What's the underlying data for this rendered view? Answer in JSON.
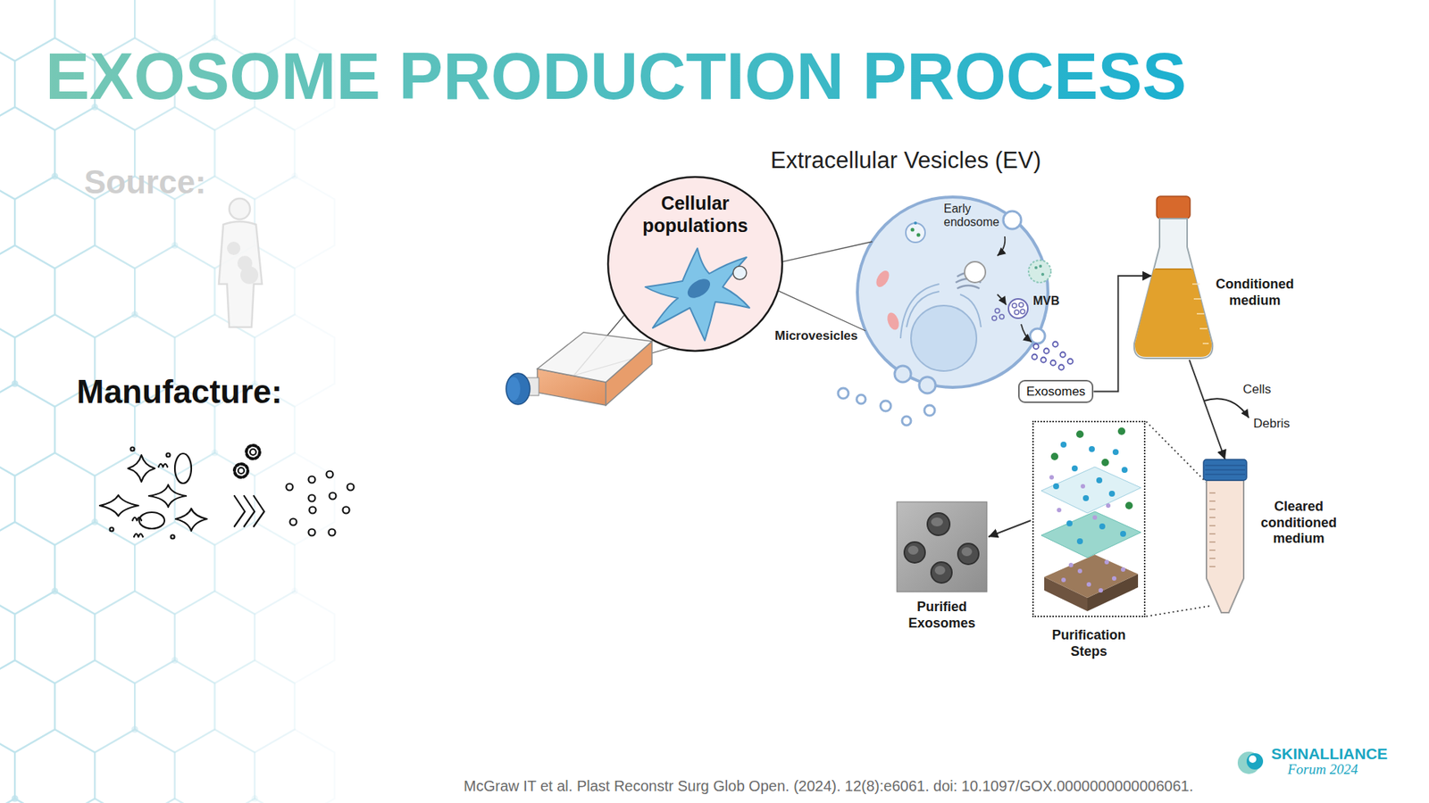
{
  "diagram": {
    "title": "EXOSOME PRODUCTION PROCESS",
    "caption": "McGraw IT et al. Plast Reconstr Surg Glob Open. (2024). 12(8):e6061. doi: 10.1097/GOX.0000000000006061.",
    "nodes": [
      {
        "text": [
          "Cellular populations"
        ]
      },
      {
        "text": [
          "Exosomes"
        ]
      },
      {
        "text": [
          "Conditioned medium"
        ]
      },
      {
        "text": [
          "Cleared conditioned medium"
        ]
      },
      {
        "text": [
          "Purification Steps"
        ]
      },
      {
        "text": [
          "Purified Exosomes"
        ]
      }
    ],
    "edges": [
      {
        "from": 1,
        "to": 2,
        "arrow": "to"
      },
      {
        "from": 2,
        "to": 3,
        "arrow": "to"
      },
      {
        "from": 4,
        "to": 5,
        "arrow": "to"
      }
    ],
    "labels": [
      "Source:",
      "Manufacture:",
      "Extracellular Vesicles (EV)",
      "Early endosome",
      "MVB",
      "Microvesicles",
      "Cells",
      "Debris",
      "SKINALLIANCE",
      "Forum 2024"
    ]
  }
}
